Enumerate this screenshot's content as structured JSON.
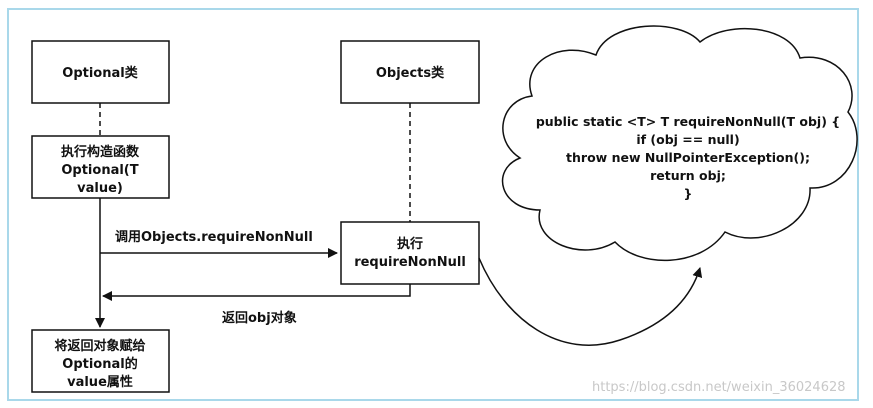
{
  "boxes": {
    "optional": "Optional类",
    "objects": "Objects类",
    "constructor": [
      "执行构造函数",
      "Optional(T",
      "value)"
    ],
    "execute": [
      "执行",
      "requireNonNull"
    ],
    "assign": [
      "将返回对象赋给",
      "Optional的",
      "value属性"
    ]
  },
  "arrows": {
    "call": "调用Objects.requireNonNull",
    "return": "返回obj对象"
  },
  "code": [
    "public static <T> T requireNonNull(T obj) {",
    "if (obj == null)",
    "throw new NullPointerException();",
    "return obj;",
    "}"
  ],
  "watermark": "https://blog.csdn.net/weixin_36024628",
  "colors": {
    "frame": "#a9d8ea",
    "line": "#111111"
  }
}
